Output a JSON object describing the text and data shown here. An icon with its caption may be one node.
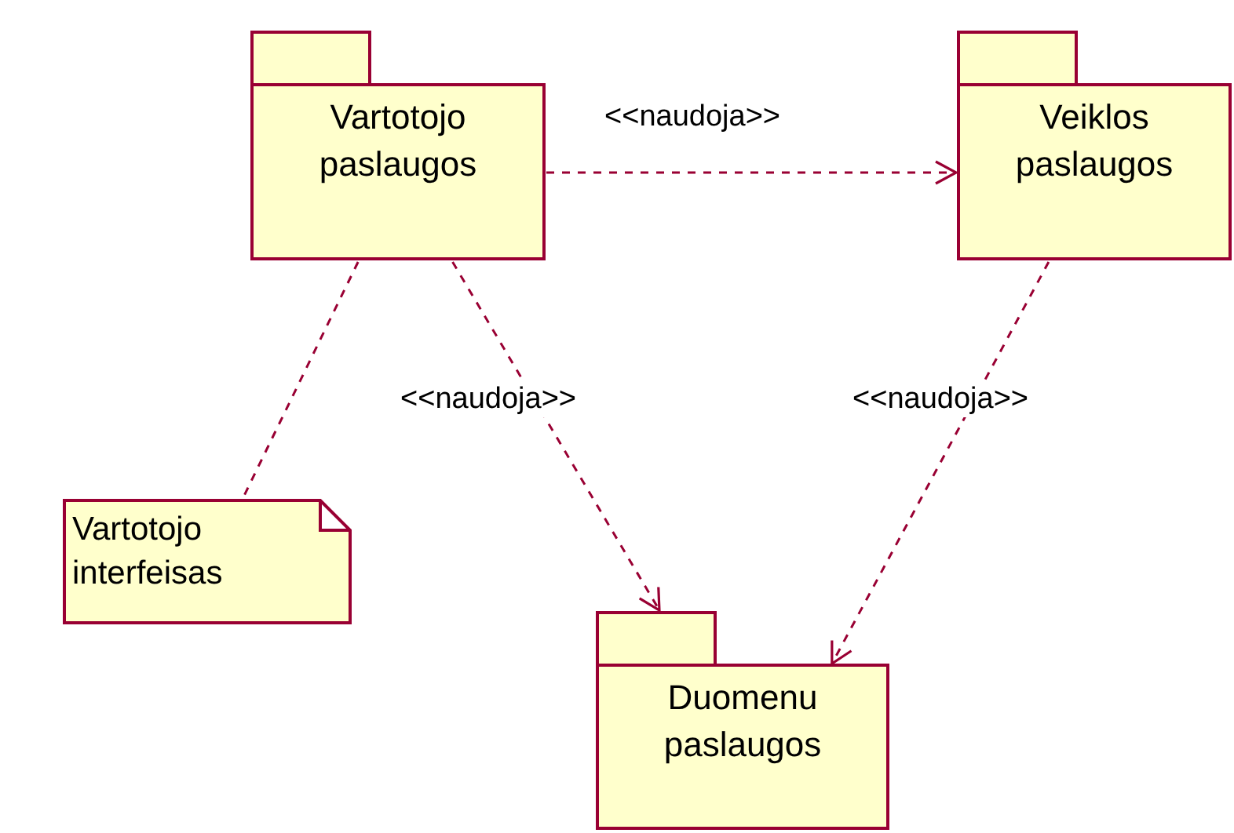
{
  "diagram": {
    "nodes": [
      {
        "text": [
          "Vartotojo paslaugos"
        ]
      },
      {
        "text": [
          "Veiklos paslaugos"
        ]
      },
      {
        "text": [
          "Vartotojo interfeisas"
        ]
      },
      {
        "text": [
          "Duomenu paslaugos"
        ]
      }
    ],
    "edges": [
      {
        "from": 0,
        "to": 1,
        "arrow": "to",
        "label": "<<naudoja>>",
        "style": "dashed"
      },
      {
        "from": 0,
        "to": 3,
        "arrow": "to",
        "label": "<<naudoja>>",
        "style": "dashed"
      },
      {
        "from": 1,
        "to": 3,
        "arrow": "to",
        "label": "<<naudoja>>",
        "style": "dashed"
      },
      {
        "from": 0,
        "to": 2,
        "arrow": "none",
        "style": "dashed"
      }
    ]
  }
}
